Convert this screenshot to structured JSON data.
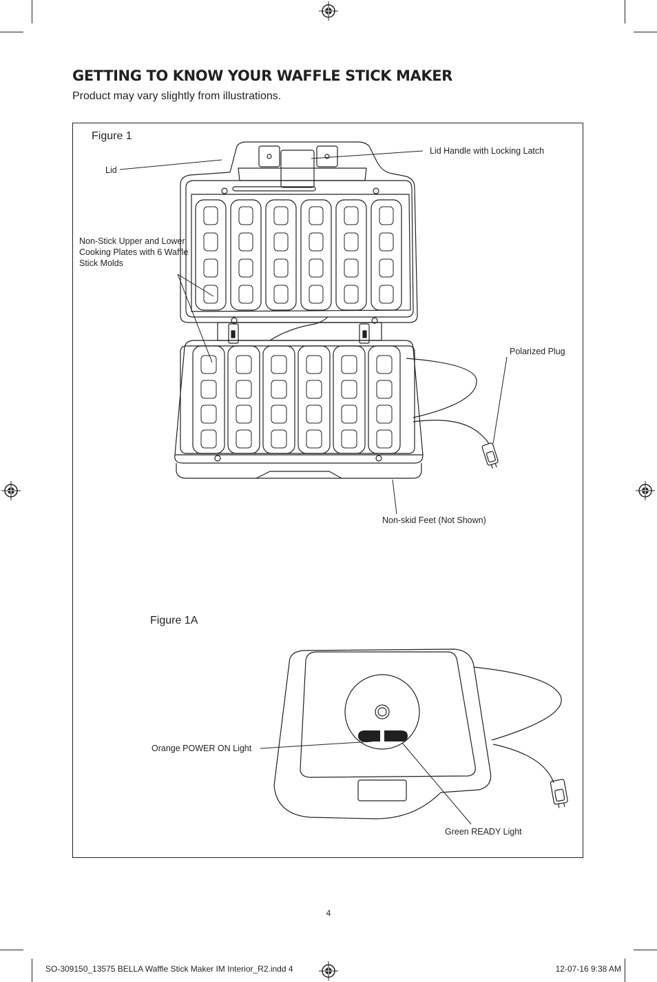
{
  "heading": "GETTING TO KNOW YOUR WAFFLE STICK MAKER",
  "subheading": "Product may vary slightly from illustrations.",
  "figure1": {
    "label": "Figure 1",
    "callouts": {
      "lid": "Lid",
      "lid_handle": "Lid Handle with Locking Latch",
      "plates": "Non-Stick Upper and Lower Cooking Plates with 6 Waffle Stick Molds",
      "plug": "Polarized Plug",
      "feet": "Non-skid Feet (Not Shown)"
    }
  },
  "figure1a": {
    "label": "Figure 1A",
    "callouts": {
      "power_light": "Orange POWER ON Light",
      "ready_light": "Green READY Light"
    }
  },
  "page_number": "4",
  "footer": {
    "file": "SO-309150_13575 BELLA Waffle Stick Maker IM Interior_R2.indd   4",
    "date": "12-07-16   9:38 AM"
  }
}
